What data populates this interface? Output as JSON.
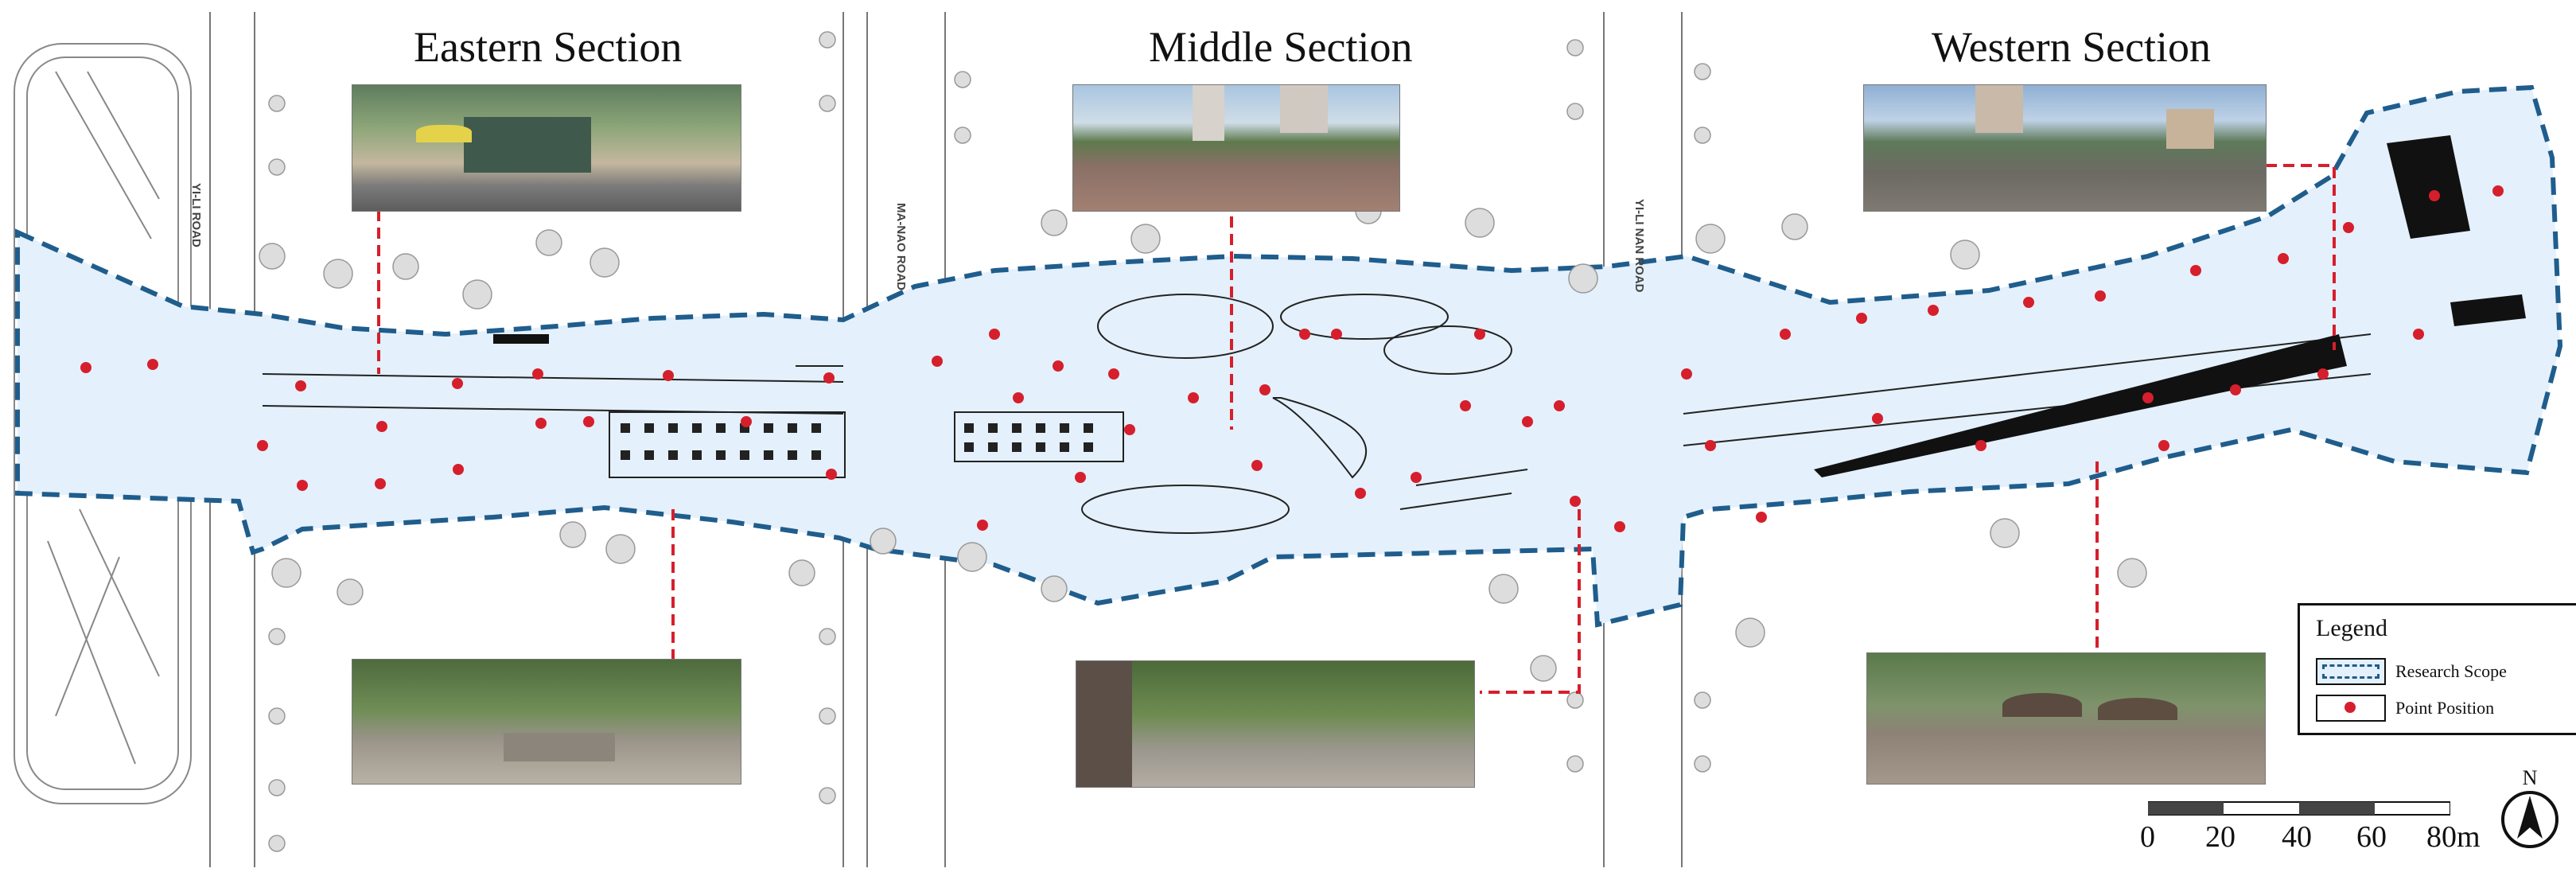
{
  "sections": {
    "eastern": "Eastern Section",
    "middle": "Middle Section",
    "western": "Western Section"
  },
  "roads": {
    "yi_li": "YI-LI ROAD",
    "ma_nao": "MA-NAO ROAD",
    "yi_li_nan": "YI-LI NAN ROAD"
  },
  "legend": {
    "title": "Legend",
    "research_scope": "Research Scope",
    "point_position": "Point Position"
  },
  "scale": {
    "ticks": [
      "0",
      "20",
      "40",
      "60",
      "80m"
    ]
  },
  "north": "N",
  "colors": {
    "scope_line": "#1f5d8c",
    "scope_fill": "#e4f0fb",
    "point": "#d61f2c",
    "leader": "#d61f2c"
  }
}
